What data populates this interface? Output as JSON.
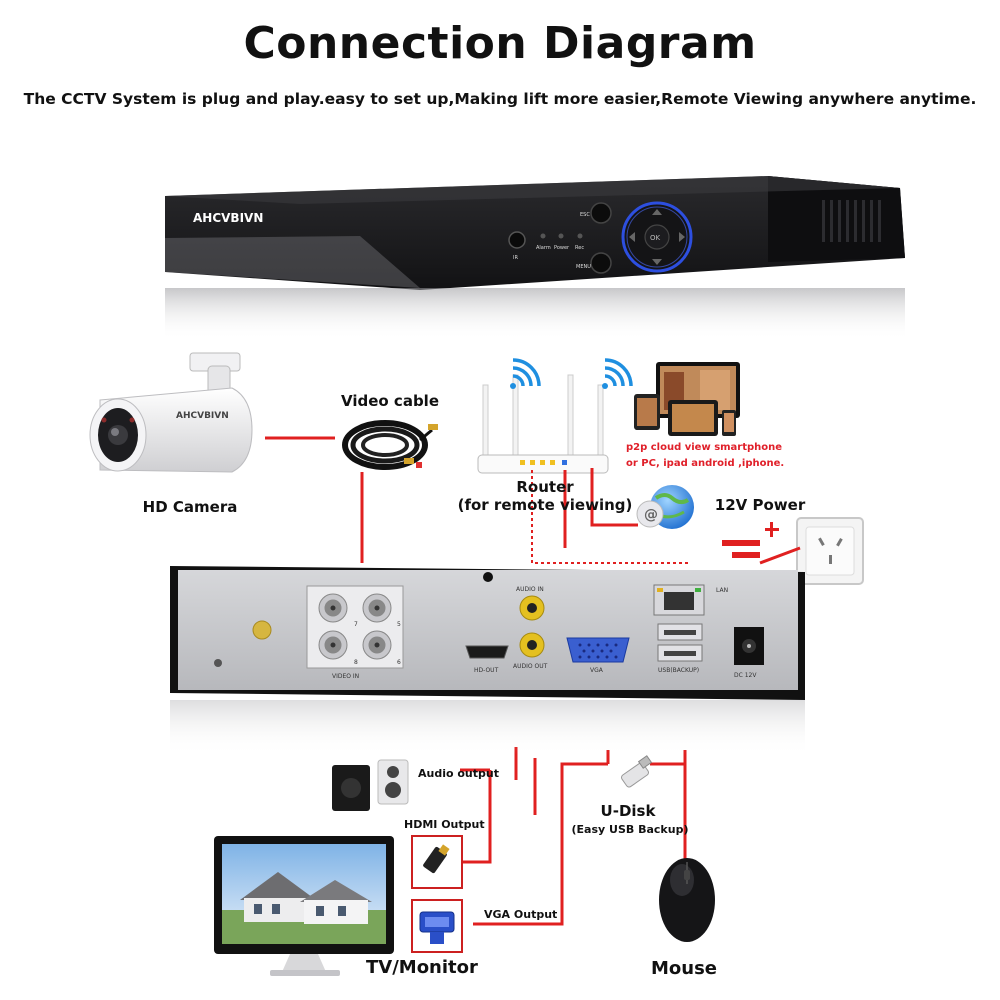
{
  "title": "Connection Diagram",
  "subtitle": "The CCTV System is plug and play.easy to set up,Making lift more easier,Remote Viewing anywhere anytime.",
  "dvr_front": {
    "brand": "AHCVBIVN",
    "ir": "IR",
    "leds": [
      "Alarm",
      "Power",
      "Rec"
    ],
    "esc": "ESC",
    "menu": "MENU",
    "ok": "OK"
  },
  "devices": {
    "hd_camera": "HD Camera",
    "camera_brand": "AHCVBIVN",
    "video_cable": "Video cable",
    "router": "Router",
    "router_note": "(for remote viewing)",
    "p2p_line1": "p2p cloud  view smartphone",
    "p2p_line2": "or PC, ipad android ,iphone.",
    "power": "12V Power",
    "audio_output": "Audio output",
    "hdmi_output": "HDMI Output",
    "udisk": "U-Disk",
    "udisk_note": "(Easy USB Backup)",
    "vga_output": "VGA Output",
    "tv_monitor": "TV/Monitor",
    "mouse": "Mouse"
  },
  "dvr_back": {
    "video_in": "VIDEO IN",
    "channels": [
      "7",
      "5",
      "8",
      "6"
    ],
    "audio_in": "AUDIO IN",
    "audio_out": "AUDIO OUT",
    "hd_out": "HD-OUT",
    "vga": "VGA",
    "lan": "LAN",
    "usb": "USB(BACKUP)",
    "dc": "DC 12V"
  },
  "colors": {
    "cable": "#e02020",
    "dvr_body": "#1c1c1e",
    "back_panel": "#c9cacd",
    "led_blue": "#2d4fe0"
  }
}
